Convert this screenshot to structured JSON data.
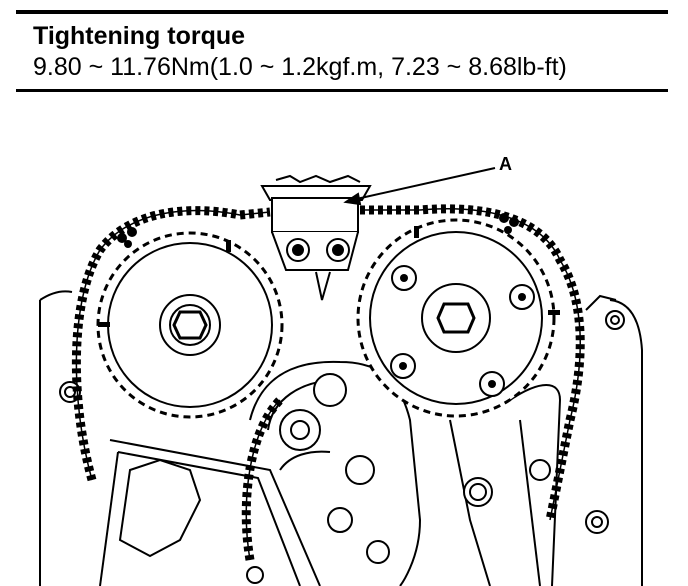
{
  "spec": {
    "title": "Tightening torque",
    "value": "9.80 ~ 11.76Nm(1.0 ~ 1.2kgf.m, 7.23 ~ 8.68lb-ft)"
  },
  "diagram": {
    "callout_label": "A"
  },
  "colors": {
    "ink": "#000000",
    "paper": "#ffffff"
  }
}
